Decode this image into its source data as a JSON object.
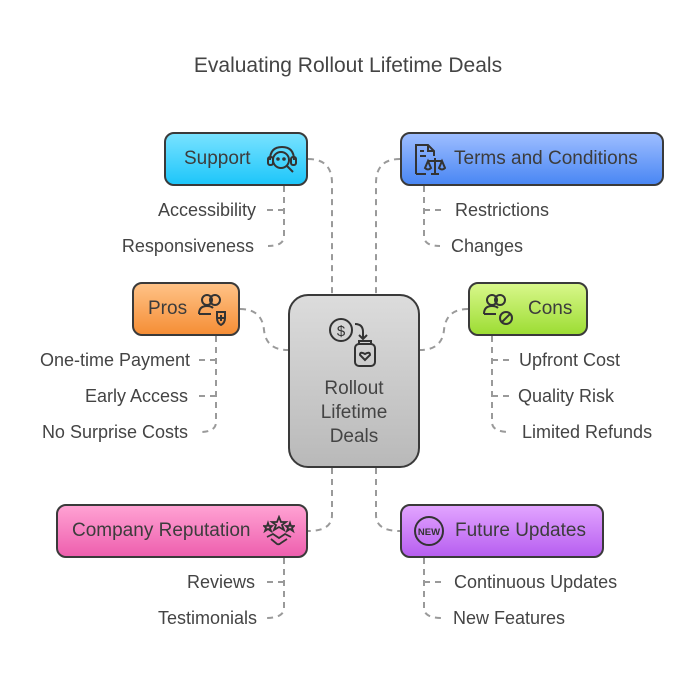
{
  "title": "Evaluating Rollout Lifetime Deals",
  "center": {
    "lines": [
      "Rollout",
      "Lifetime",
      "Deals"
    ],
    "icon": "dollar-to-jar-icon"
  },
  "nodes": {
    "support": {
      "label": "Support",
      "icon": "headset-support-icon",
      "color": "#2ccbfa",
      "items": [
        "Accessibility",
        "Responsiveness"
      ]
    },
    "terms": {
      "label": "Terms and Conditions",
      "icon": "document-scales-icon",
      "color": "#5590f5",
      "items": [
        "Restrictions",
        "Changes"
      ]
    },
    "pros": {
      "label": "Pros",
      "icon": "users-plus-icon",
      "color": "#f7983f",
      "items": [
        "One-time Payment",
        "Early Access",
        "No Surprise Costs"
      ]
    },
    "cons": {
      "label": "Cons",
      "icon": "users-blocked-icon",
      "color": "#a6e23e",
      "items": [
        "Upfront Cost",
        "Quality Risk",
        "Limited Refunds"
      ]
    },
    "reputation": {
      "label": "Company Reputation",
      "icon": "stars-handshake-icon",
      "color": "#f26bb7",
      "items": [
        "Reviews",
        "Testimonials"
      ]
    },
    "updates": {
      "label": "Future Updates",
      "icon": "new-badge-icon",
      "icon_text": "NEW",
      "color": "#bf6af2",
      "items": [
        "Continuous Updates",
        "New Features"
      ]
    }
  }
}
